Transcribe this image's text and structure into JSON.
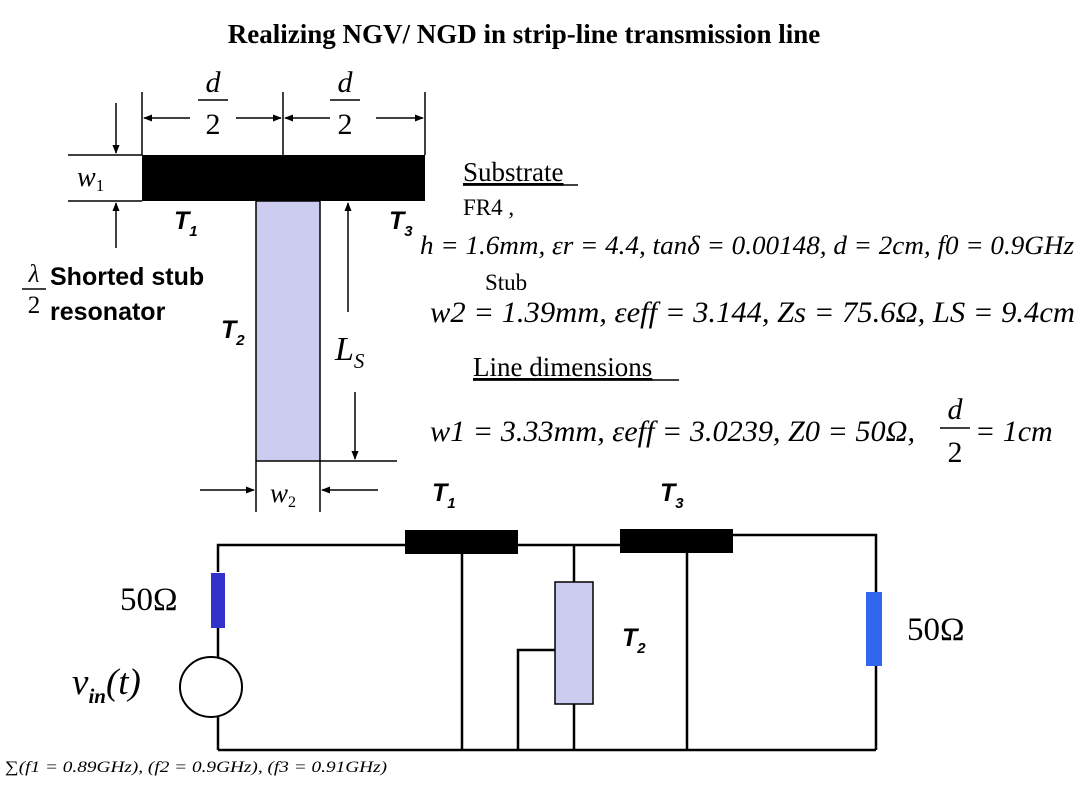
{
  "title": "Realizing NGV/ NGD in strip-line transmission line",
  "layout_labels": {
    "d": "d",
    "two": "2",
    "w1": "w",
    "w1_sub": "1",
    "w2": "w",
    "w2_sub": "2",
    "T1_letter": "T",
    "T1_sub": "1",
    "T2_letter": "T",
    "T2_sub": "2",
    "T3_letter": "T",
    "T3_sub": "3",
    "LS": "L",
    "LS_sub": "S",
    "lambda": "λ",
    "stub_line1": "Shorted stub",
    "stub_line2": "resonator"
  },
  "substrate": {
    "heading": "Substrate",
    "material": "FR4 ,",
    "params": "h = 1.6mm, εr = 4.4, tanδ = 0.00148, d = 2cm, f0 = 0.9GHz"
  },
  "stub": {
    "heading": "Stub",
    "params": "w2 = 1.39mm, εeff = 3.144, Zs = 75.6Ω, LS = 9.4cm"
  },
  "line_dimensions": {
    "heading": "Line dimensions",
    "params": "w1 = 3.33mm, εeff = 3.0239, Z0 = 50Ω,",
    "d_over_2": "= 1cm"
  },
  "circuit": {
    "source_impedance": "50Ω",
    "load_impedance": "50Ω",
    "source_label": "v",
    "source_sub": "in",
    "source_arg": "(t)",
    "T1_letter": "T",
    "T1_sub": "1",
    "T2_letter": "T",
    "T2_sub": "2",
    "T3_letter": "T",
    "T3_sub": "3",
    "frequencies": "∑(f1 = 0.89GHz), (f2 = 0.9GHz), (f3 = 0.91GHz)"
  },
  "colors": {
    "stub_fill": "#ccccf0",
    "line_black": "#000000",
    "source_resistor": "#3333cc",
    "load_resistor": "#3366ee"
  }
}
